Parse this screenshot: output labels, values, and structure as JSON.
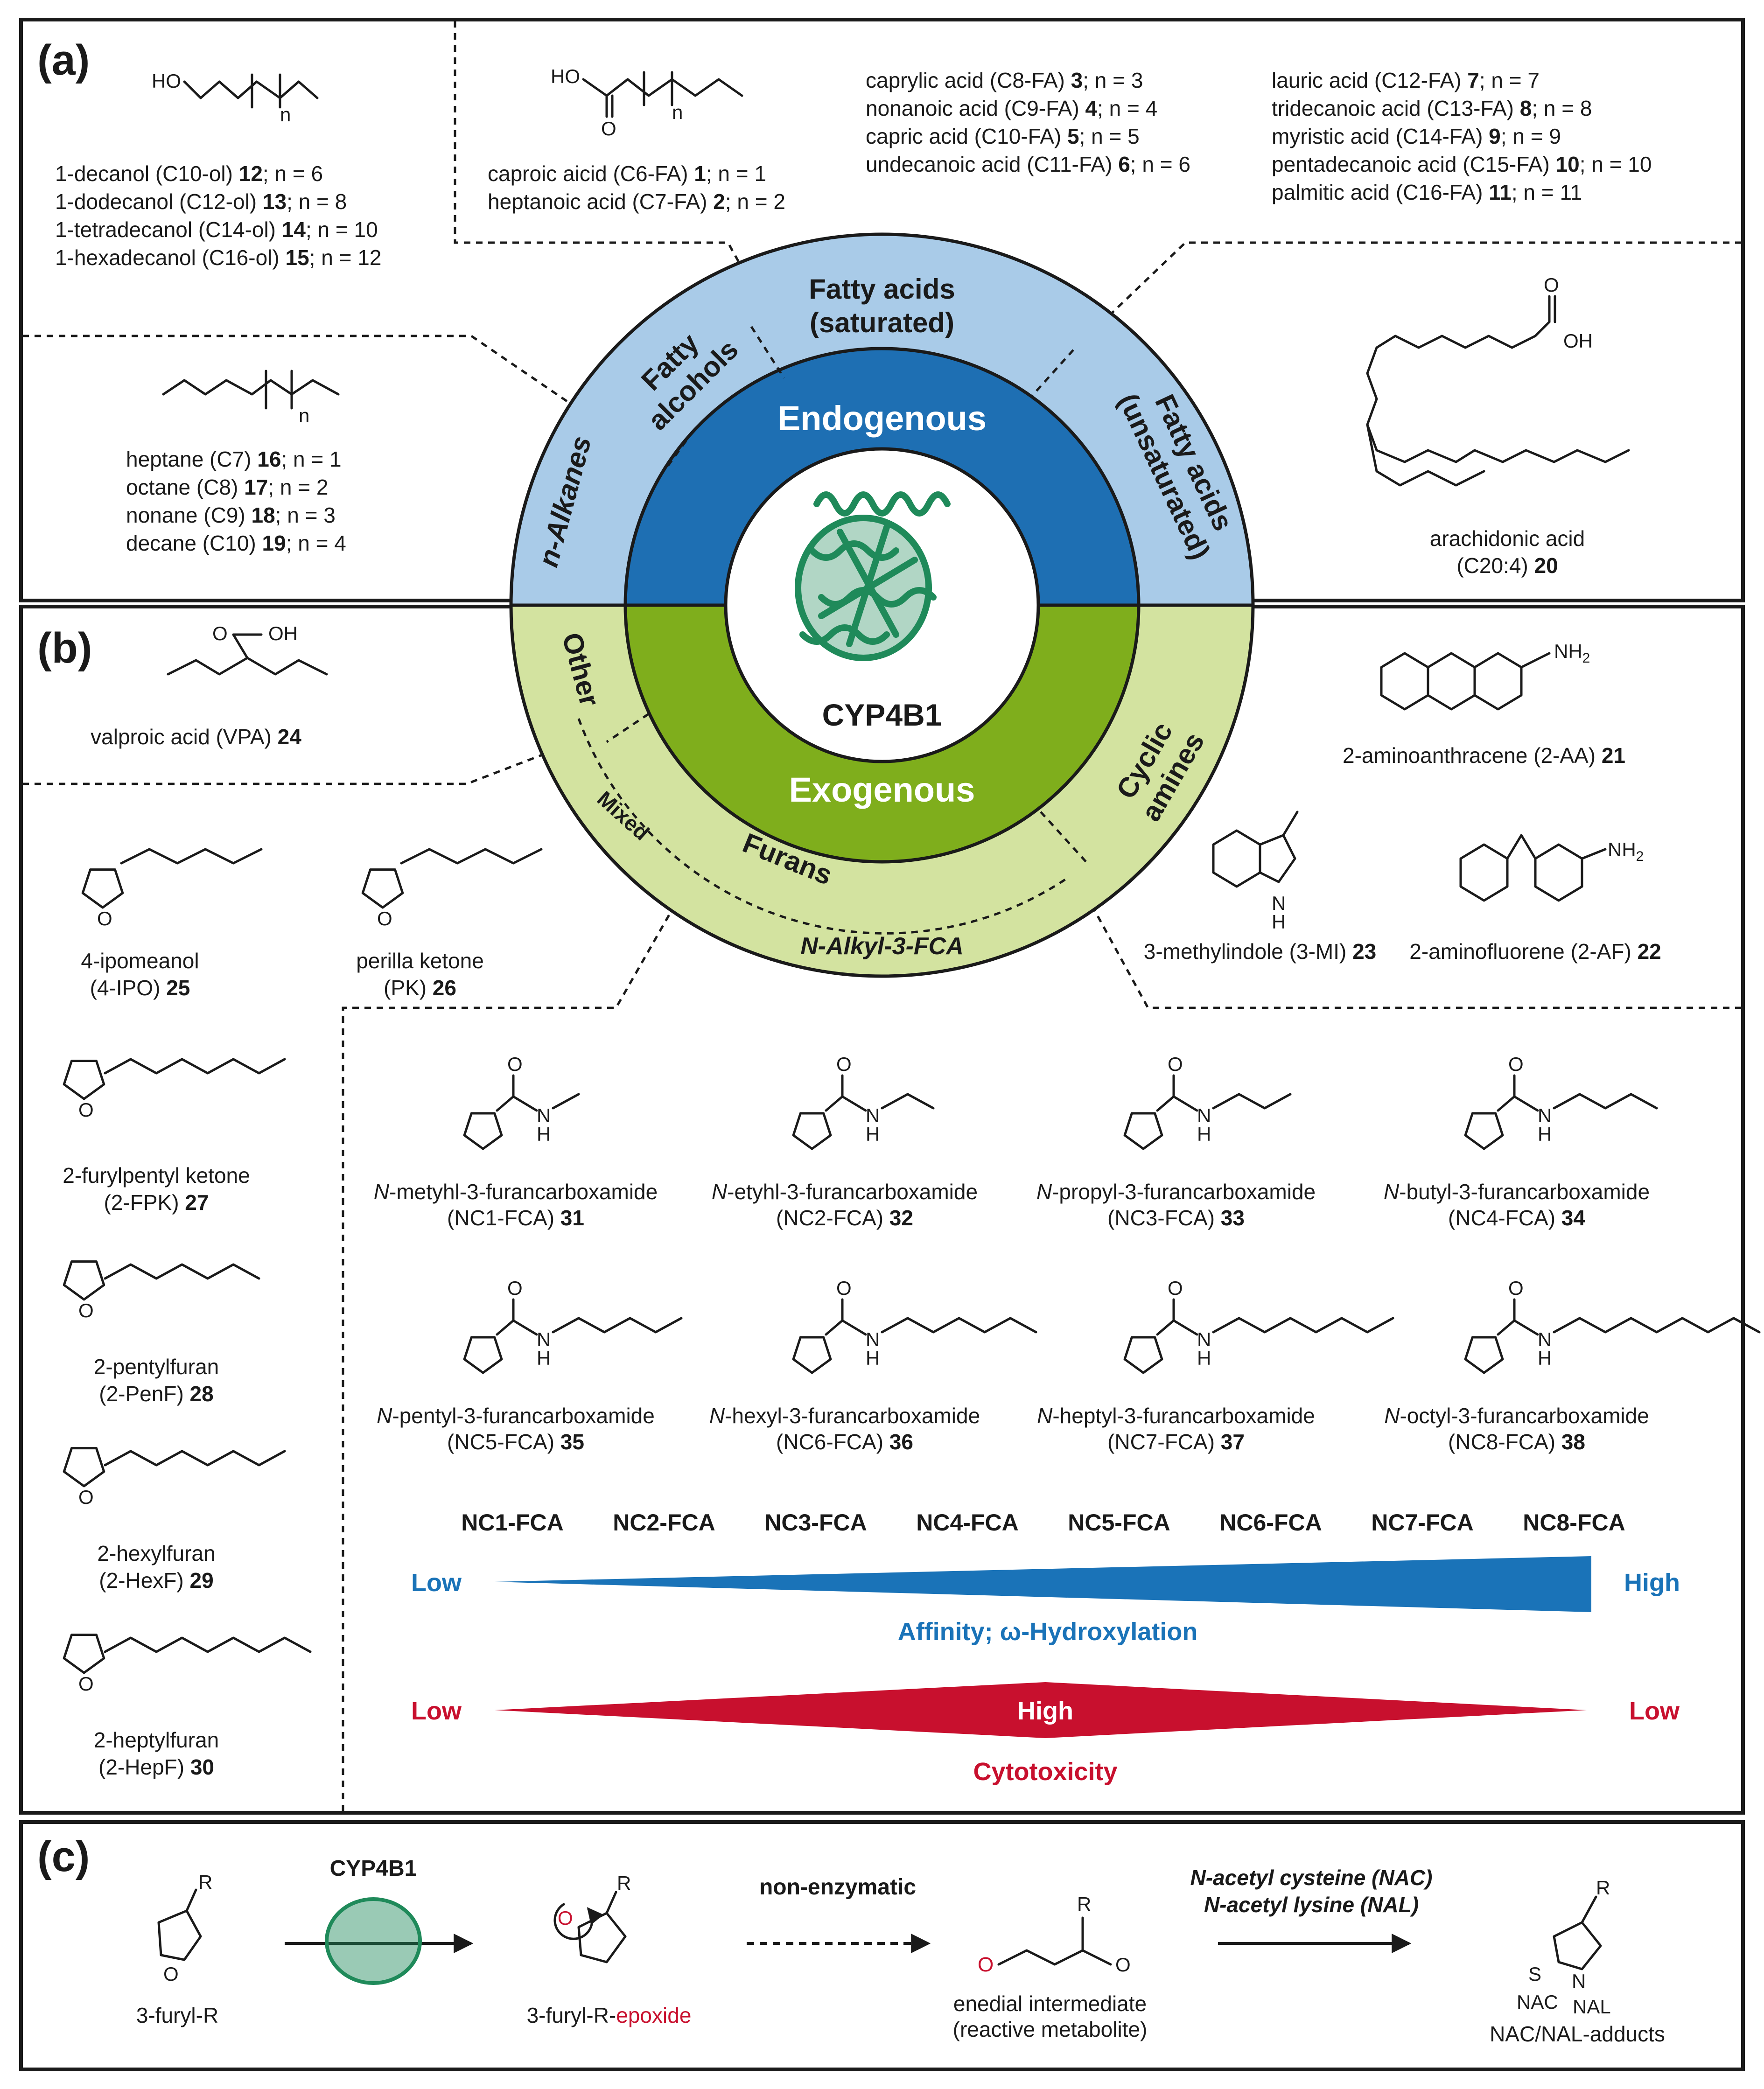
{
  "panels": {
    "a": "(a)",
    "b": "(b)",
    "c": "(c)"
  },
  "wheel": {
    "endogenous": "Endogenous",
    "exogenous": "Exogenous",
    "enzyme": "CYP4B1",
    "fatty_alcohols": [
      "Fatty",
      "alcohols"
    ],
    "fatty_acids_sat": [
      "Fatty acids",
      "(saturated)"
    ],
    "fatty_acids_unsat": [
      "Fatty acids",
      "(unsaturated)"
    ],
    "n_alkanes": "n-Alkanes",
    "other": "Other",
    "mixed": "Mixed",
    "furans": "Furans",
    "cyclic_amines": [
      "Cyclic",
      "amines"
    ],
    "n_alkyl_fca": "N-Alkyl-3-FCA"
  },
  "panel_a": {
    "alcohols": [
      {
        "t": "1-decanol (C10-ol) ",
        "b": "12",
        "s": "; n = 6"
      },
      {
        "t": "1-dodecanol (C12-ol) ",
        "b": "13",
        "s": "; n = 8"
      },
      {
        "t": "1-tetradecanol (C14-ol) ",
        "b": "14",
        "s": "; n = 10"
      },
      {
        "t": "1-hexadecanol (C16-ol) ",
        "b": "15",
        "s": "; n = 12"
      }
    ],
    "short_fa": [
      {
        "t": "caproic aicid (C6-FA) ",
        "b": "1",
        "s": "; n = 1"
      },
      {
        "t": "heptanoic acid (C7-FA) ",
        "b": "2",
        "s": "; n = 2"
      }
    ],
    "mid_fa": [
      {
        "t": "caprylic acid (C8-FA) ",
        "b": "3",
        "s": "; n = 3"
      },
      {
        "t": "nonanoic acid (C9-FA) ",
        "b": "4",
        "s": "; n = 4"
      },
      {
        "t": "capric acid (C10-FA) ",
        "b": "5",
        "s": "; n = 5"
      },
      {
        "t": "undecanoic acid (C11-FA) ",
        "b": "6",
        "s": "; n = 6"
      }
    ],
    "long_fa": [
      {
        "t": "lauric acid (C12-FA) ",
        "b": "7",
        "s": "; n = 7"
      },
      {
        "t": "tridecanoic acid (C13-FA) ",
        "b": "8",
        "s": "; n = 8"
      },
      {
        "t": "myristic acid (C14-FA) ",
        "b": "9",
        "s": "; n = 9"
      },
      {
        "t": "pentadecanoic acid (C15-FA) ",
        "b": "10",
        "s": "; n = 10"
      },
      {
        "t": "palmitic acid (C16-FA) ",
        "b": "11",
        "s": "; n = 11"
      }
    ],
    "alkanes": [
      {
        "t": "heptane (C7) ",
        "b": "16",
        "s": "; n = 1"
      },
      {
        "t": "octane (C8) ",
        "b": "17",
        "s": "; n = 2"
      },
      {
        "t": "nonane (C9) ",
        "b": "18",
        "s": "; n = 3"
      },
      {
        "t": "decane (C10) ",
        "b": "19",
        "s": "; n = 4"
      }
    ],
    "arachidonic": {
      "l1": "arachidonic acid",
      "l2": "(C20:4) ",
      "b": "20"
    }
  },
  "panel_b": {
    "vpa": {
      "t": "valproic acid (VPA) ",
      "b": "24"
    },
    "ipo": {
      "l1": "4-ipomeanol",
      "l2": "(4-IPO) ",
      "b": "25"
    },
    "pk": {
      "l1": "perilla ketone",
      "l2": "(PK) ",
      "b": "26"
    },
    "fpk": {
      "l1": "2-furylpentyl ketone",
      "l2": "(2-FPK) ",
      "b": "27"
    },
    "penf": {
      "l1": "2-pentylfuran",
      "l2": "(2-PenF) ",
      "b": "28"
    },
    "hexf": {
      "l1": "2-hexylfuran",
      "l2": "(2-HexF) ",
      "b": "29"
    },
    "hepf": {
      "l1": "2-heptylfuran",
      "l2": "(2-HepF) ",
      "b": "30"
    },
    "aa": {
      "t": "2-aminoanthracene (2-AA) ",
      "b": "21"
    },
    "mi": {
      "t": "3-methylindole (3-MI) ",
      "b": "23"
    },
    "af": {
      "t": "2-aminofluorene (2-AF) ",
      "b": "22"
    },
    "fca": [
      {
        "l1": "N-metyhl-3-furancarboxamide",
        "l2": "(NC1-FCA) ",
        "b": "31"
      },
      {
        "l1": "N-etyhl-3-furancarboxamide",
        "l2": "(NC2-FCA) ",
        "b": "32"
      },
      {
        "l1": "N-propyl-3-furancarboxamide",
        "l2": "(NC3-FCA) ",
        "b": "33"
      },
      {
        "l1": "N-butyl-3-furancarboxamide",
        "l2": "(NC4-FCA) ",
        "b": "34"
      },
      {
        "l1": "N-pentyl-3-furancarboxamide",
        "l2": "(NC5-FCA) ",
        "b": "35"
      },
      {
        "l1": "N-hexyl-3-furancarboxamide",
        "l2": "(NC6-FCA) ",
        "b": "36"
      },
      {
        "l1": "N-heptyl-3-furancarboxamide",
        "l2": "(NC7-FCA) ",
        "b": "37"
      },
      {
        "l1": "N-octyl-3-furancarboxamide",
        "l2": "(NC8-FCA) ",
        "b": "38"
      }
    ],
    "nca_labels": [
      "NC1-FCA",
      "NC2-FCA",
      "NC3-FCA",
      "NC4-FCA",
      "NC5-FCA",
      "NC6-FCA",
      "NC7-FCA",
      "NC8-FCA"
    ],
    "affinity": {
      "low": "Low",
      "high": "High",
      "caption": "Affinity; ω-Hydroxylation"
    },
    "cytotox": {
      "low_left": "Low",
      "high": "High",
      "low_right": "Low",
      "caption": "Cytotoxicity"
    }
  },
  "panel_c": {
    "s1": "3-furyl-R",
    "enzyme": "CYP4B1",
    "s2a": "3-furyl-R-",
    "s2b": "epoxide",
    "nonenz": "non-enzymatic",
    "s3a": "enedial intermediate",
    "s3b": "(reactive metabolite)",
    "nac": "N-acetyl cysteine (NAC)",
    "nal": "N-acetyl lysine (NAL)",
    "s4": "NAC/NAL-adducts"
  },
  "colors": {
    "light_blue": "#a9cbe8",
    "dark_blue": "#1e6fb3",
    "light_green": "#d3e3a0",
    "dark_green": "#7fae1c",
    "protein": "#1f8a5a",
    "affinity": "#1a73b8",
    "cyto": "#c8102e"
  },
  "icons": [
    "protein-structure-icon",
    "molecule-structures"
  ]
}
